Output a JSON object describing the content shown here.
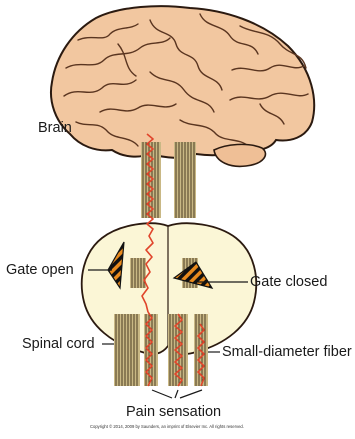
{
  "labels": {
    "brain": "Brain",
    "gate_open": "Gate open",
    "gate_closed": "Gate closed",
    "spinal_cord": "Spinal cord",
    "small_diameter_fiber": "Small-diameter fiber",
    "pain_sensation": "Pain sensation",
    "copyright": "Copyright © 2014, 2009 by Saunders, an imprint of Elsevier Inc. All rights reserved."
  },
  "colors": {
    "brain_fill": "#f2c7a0",
    "brain_outline": "#2b1a10",
    "cord_fill": "#fbf6d6",
    "fiber_fill": "#b8a874",
    "fiber_dark": "#4a3d22",
    "pain_red": "#e0452b",
    "gate_orange": "#e88a1e",
    "gate_black": "#111111"
  }
}
